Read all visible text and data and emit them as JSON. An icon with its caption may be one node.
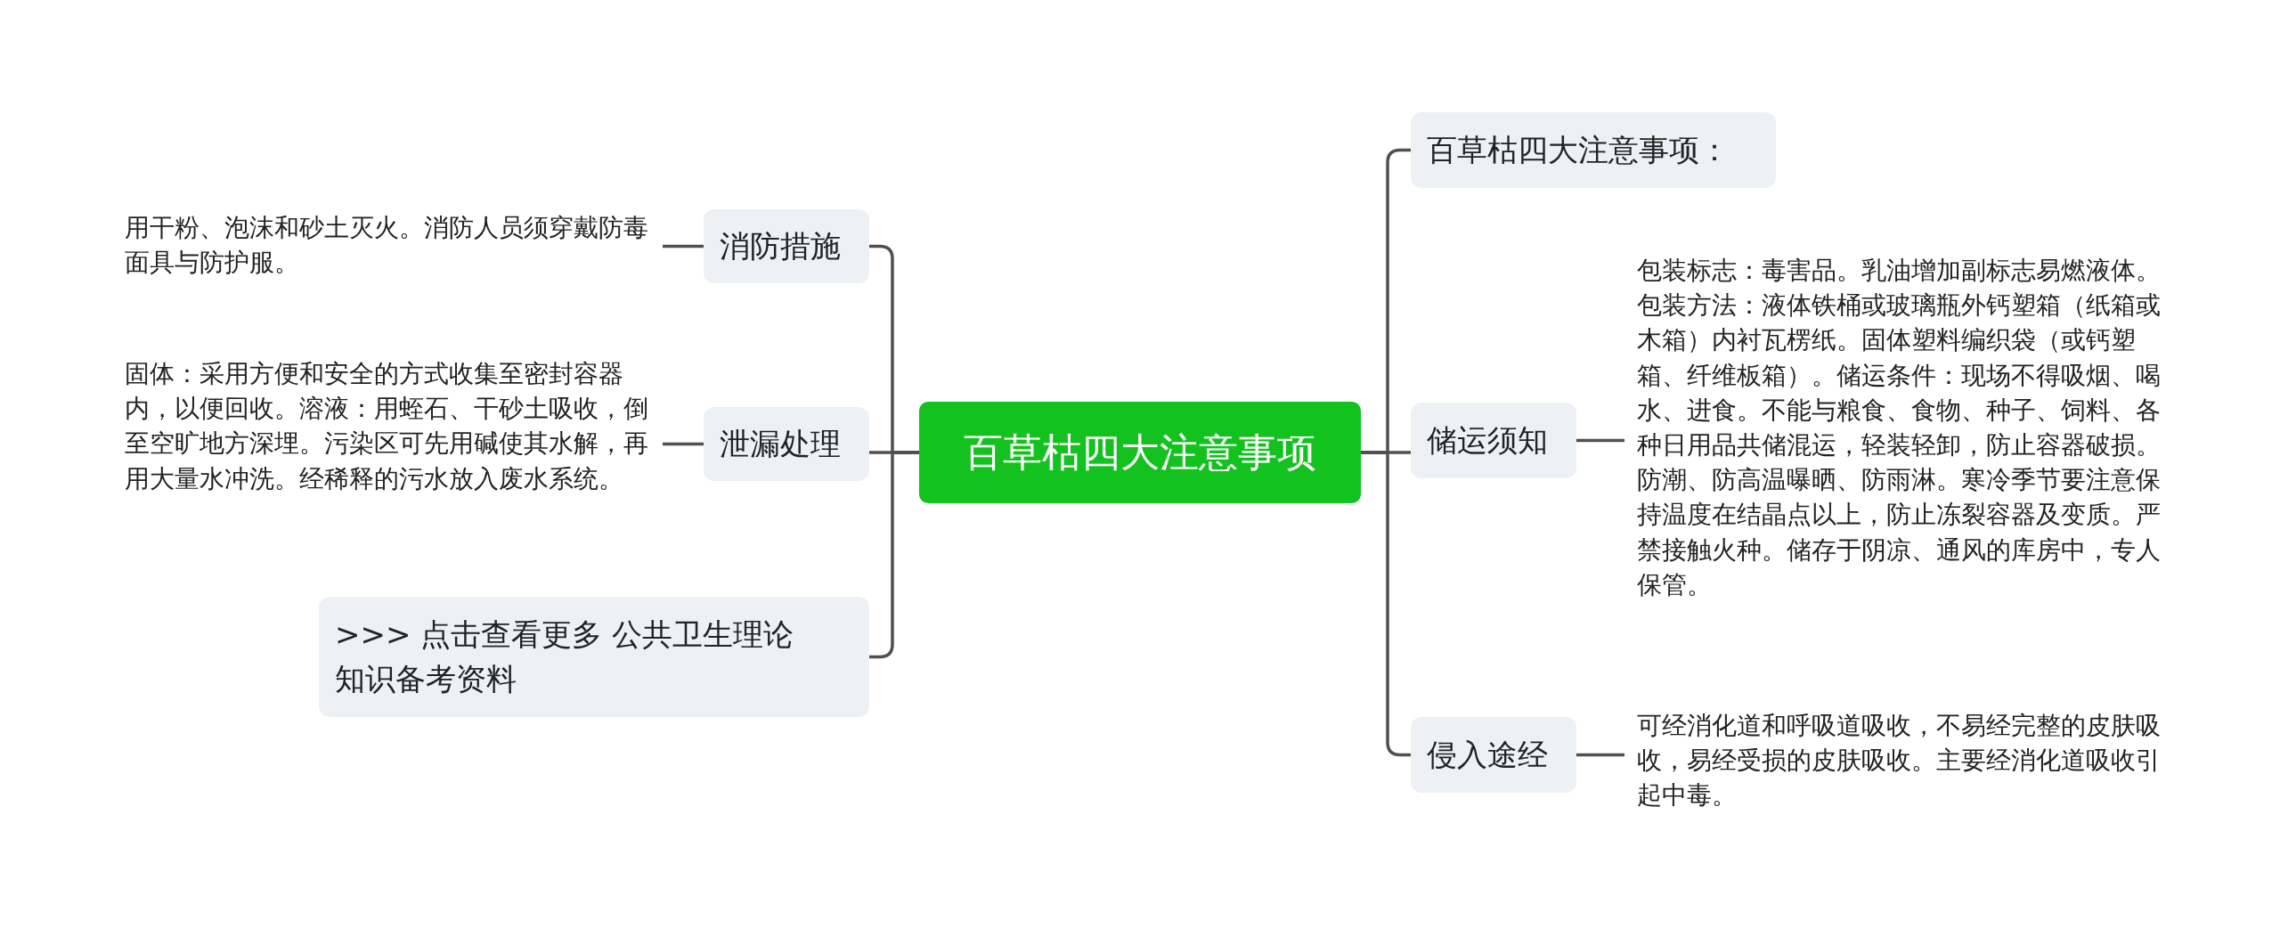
{
  "diagram": {
    "nodes": [
      {
        "text": [
          "百草枯四大注意事项"
        ]
      },
      {
        "text": [
          "消防措施"
        ]
      },
      {
        "text": [
          "用干粉、泡沫和砂土灭火。消防人员须穿戴防毒面具与防护服。"
        ]
      },
      {
        "text": [
          "泄漏处理"
        ]
      },
      {
        "text": [
          "固体：采用方便和安全的方式收集至密封容器内，以便回收。溶液：用蛭石、干砂土吸收，倒至空旷地方深埋。污染区可先用碱使其水解，再用大量水冲洗。经稀释的污水放入废水系统。"
        ]
      },
      {
        "text": [
          ">>> 点击查看更多 公共卫生理论知识备考资料"
        ]
      },
      {
        "text": [
          "百草枯四大注意事项："
        ]
      },
      {
        "text": [
          "储运须知"
        ]
      },
      {
        "text": [
          "包装标志：毒害品。乳油增加副标志易燃液体。包装方法：液体铁桶或玻璃瓶外钙塑箱（纸箱或木箱）内衬瓦楞纸。固体塑料编织袋（或钙塑箱、纤维板箱）。储运条件：现场不得吸烟、喝水、进食。不能与粮食、食物、种子、饲料、各种日用品共储混运，轻装轻卸，防止容器破损。防潮、防高温曝晒、防雨淋。寒冷季节要注意保持温度在结晶点以上，防止冻裂容器及变质。严禁接触火种。储存于阴凉、通风的库房中，专人保管。"
        ]
      },
      {
        "text": [
          "侵入途经"
        ]
      },
      {
        "text": [
          "可经消化道和呼吸道吸收，不易经完整的皮肤吸收，易经受损的皮肤吸收。主要经消化道吸收引起中毒。"
        ]
      }
    ],
    "edges": [
      {
        "from": 0,
        "to": 1,
        "arrow": "none"
      },
      {
        "from": 1,
        "to": 2,
        "arrow": "none"
      },
      {
        "from": 0,
        "to": 3,
        "arrow": "none"
      },
      {
        "from": 3,
        "to": 4,
        "arrow": "none"
      },
      {
        "from": 0,
        "to": 5,
        "arrow": "none"
      },
      {
        "from": 0,
        "to": 6,
        "arrow": "none"
      },
      {
        "from": 0,
        "to": 7,
        "arrow": "none"
      },
      {
        "from": 7,
        "to": 8,
        "arrow": "none"
      },
      {
        "from": 0,
        "to": 9,
        "arrow": "none"
      },
      {
        "from": 9,
        "to": 10,
        "arrow": "none"
      }
    ]
  }
}
